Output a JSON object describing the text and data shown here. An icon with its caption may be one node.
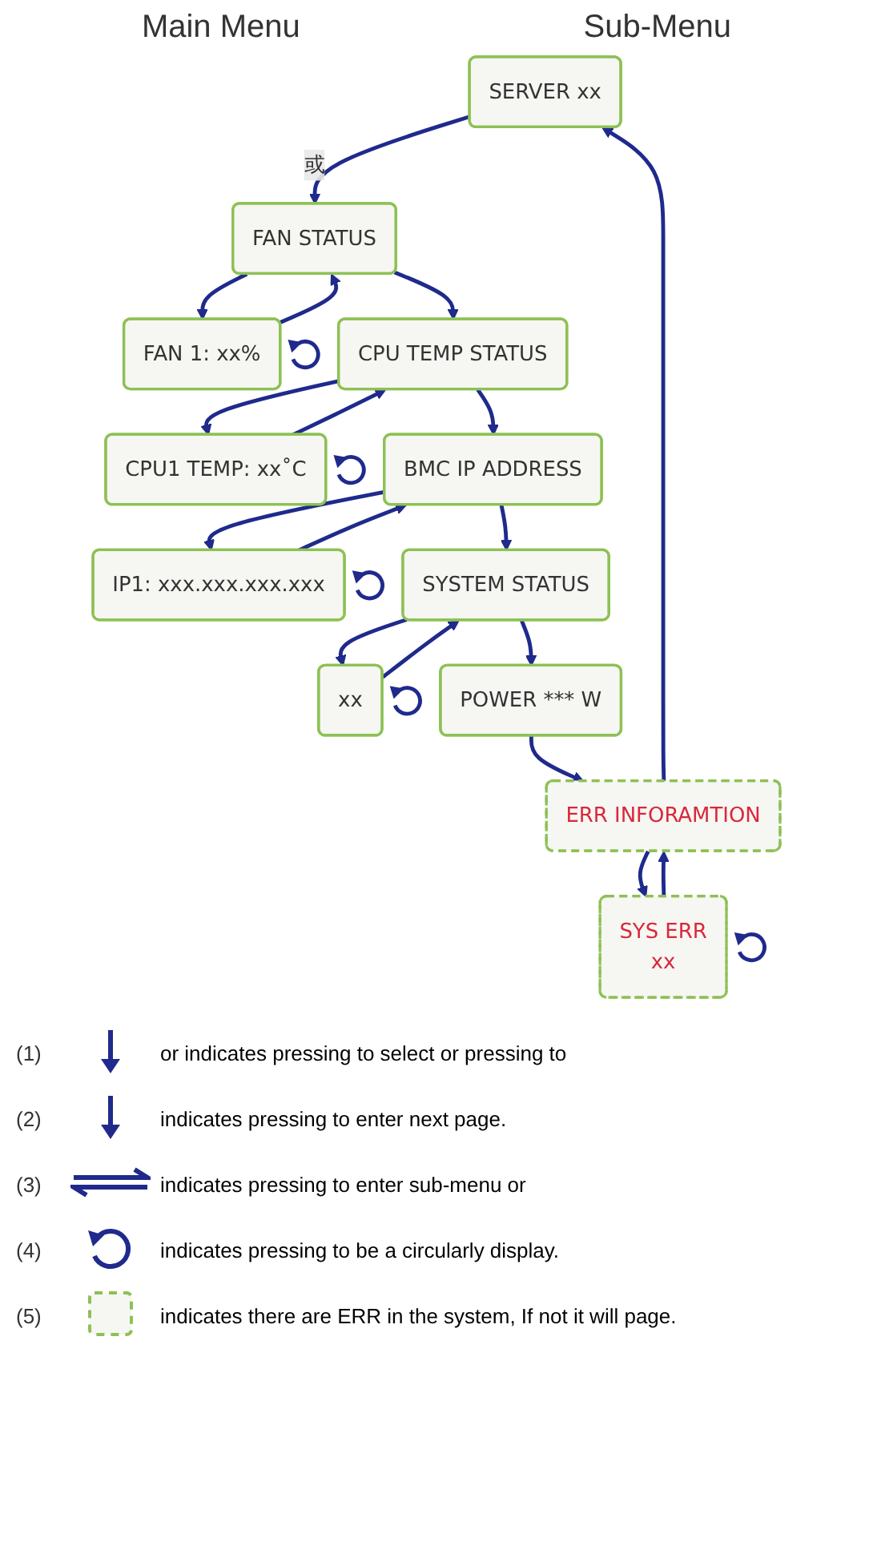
{
  "diagram": {
    "nodes": [
      {
        "text": [
          "SERVER xx"
        ]
      },
      {
        "text": [
          "FAN STATUS"
        ]
      },
      {
        "text": [
          "FAN 1: xx%"
        ]
      },
      {
        "text": [
          "CPU TEMP STATUS"
        ]
      },
      {
        "text": [
          "CPU1 TEMP: xx˚C"
        ]
      },
      {
        "text": [
          "BMC IP ADDRESS"
        ]
      },
      {
        "text": [
          "IP1: xxx.xxx.xxx.xxx"
        ]
      },
      {
        "text": [
          "SYSTEM STATUS"
        ]
      },
      {
        "text": [
          "xx"
        ]
      },
      {
        "text": [
          "POWER *** W"
        ]
      },
      {
        "text": [
          "ERR INFORAMTION"
        ]
      },
      {
        "text": [
          "SYS ERR",
          "xx"
        ]
      }
    ],
    "edges": [
      {
        "from": 0,
        "to": 1,
        "arrow": "to",
        "label": "或"
      },
      {
        "from": 1,
        "to": 3,
        "arrow": "to"
      },
      {
        "from": 3,
        "to": 5,
        "arrow": "to"
      },
      {
        "from": 5,
        "to": 7,
        "arrow": "to"
      },
      {
        "from": 7,
        "to": 9,
        "arrow": "to"
      },
      {
        "from": 9,
        "to": 10,
        "arrow": "to"
      },
      {
        "from": 1,
        "to": 2,
        "arrow": "to"
      },
      {
        "from": 2,
        "to": 1,
        "arrow": "to"
      },
      {
        "from": 3,
        "to": 4,
        "arrow": "to"
      },
      {
        "from": 4,
        "to": 3,
        "arrow": "to"
      },
      {
        "from": 5,
        "to": 6,
        "arrow": "to"
      },
      {
        "from": 6,
        "to": 5,
        "arrow": "to"
      },
      {
        "from": 7,
        "to": 8,
        "arrow": "to"
      },
      {
        "from": 8,
        "to": 7,
        "arrow": "to"
      },
      {
        "from": 10,
        "to": 11,
        "arrow": "to"
      },
      {
        "from": 11,
        "to": 10,
        "arrow": "to"
      },
      {
        "from": 10,
        "to": 0,
        "arrow": "to"
      },
      {
        "from": 2,
        "to": 2,
        "arrow": "to"
      },
      {
        "from": 4,
        "to": 4,
        "arrow": "to"
      },
      {
        "from": 6,
        "to": 6,
        "arrow": "to"
      },
      {
        "from": 8,
        "to": 8,
        "arrow": "to"
      },
      {
        "from": 11,
        "to": 11,
        "arrow": "to"
      }
    ],
    "labels": [
      "Main Menu",
      "Sub-Menu",
      "(1)",
      "(2)",
      "(3)",
      "(4)",
      "(5)"
    ],
    "legend": [
      {
        "text": "or indicates pressing to select or pressing to"
      },
      {
        "text": "indicates pressing to enter next page."
      },
      {
        "text": "indicates pressing to enter sub-menu or"
      },
      {
        "text": "indicates pressing to be a circularly display."
      },
      {
        "text": "indicates there are ERR in the system, If not it will page."
      }
    ]
  }
}
